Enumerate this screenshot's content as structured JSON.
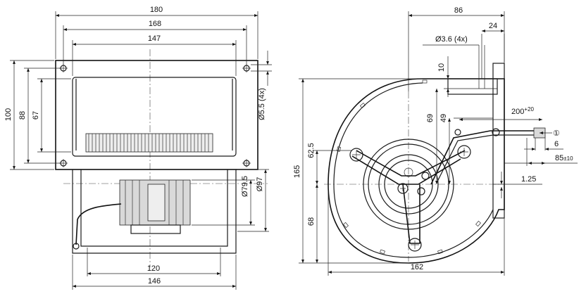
{
  "front_view": {
    "dims": {
      "w180": "180",
      "w168": "168",
      "w147": "147",
      "h100": "100",
      "h88": "88",
      "h67": "67",
      "hole": "Ø5.5 (4x)",
      "d79": "Ø79.5",
      "d97": "Ø97",
      "w120": "120",
      "w146": "146"
    }
  },
  "side_view": {
    "dims": {
      "w86": "86",
      "w24": "24",
      "hole": "Ø3.6 (4x)",
      "v10": "10",
      "v69": "69",
      "v49": "49",
      "cable": "200",
      "cable_tol": "+20",
      "callout": "①",
      "v6": "6",
      "v85": "85",
      "v85_tol": "±10",
      "v1_25": "1.25",
      "h165": "165",
      "h62_5": "62.5",
      "h68": "68",
      "w162": "162"
    }
  }
}
